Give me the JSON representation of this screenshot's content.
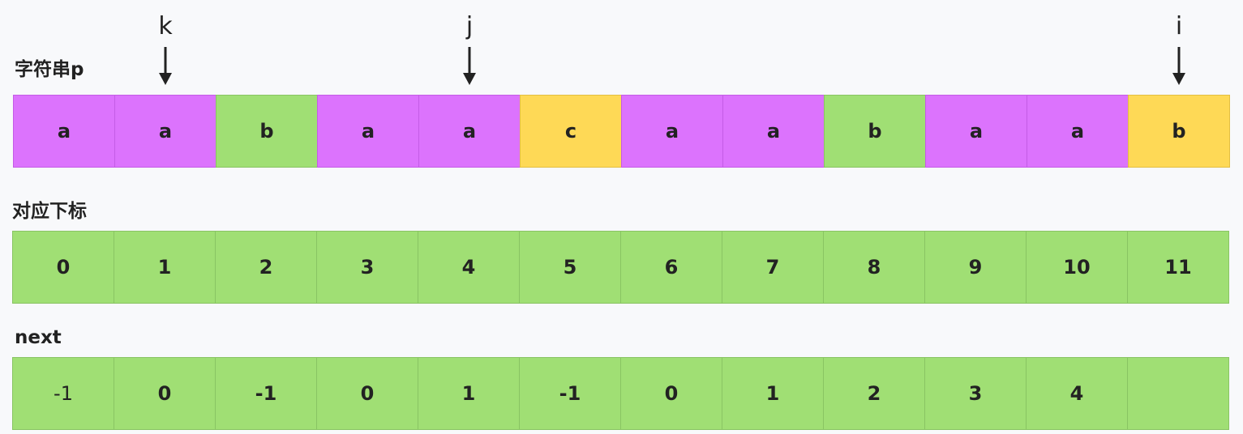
{
  "labels": {
    "string_row": "字符串p",
    "index_row": "对应下标",
    "next_row": "next"
  },
  "pointers": [
    {
      "letter": "k",
      "index": 1
    },
    {
      "letter": "j",
      "index": 4
    },
    {
      "letter": "i",
      "index": 11
    }
  ],
  "string_cells": [
    {
      "text": "a",
      "color": "purple"
    },
    {
      "text": "a",
      "color": "purple"
    },
    {
      "text": "b",
      "color": "green"
    },
    {
      "text": "a",
      "color": "purple"
    },
    {
      "text": "a",
      "color": "purple"
    },
    {
      "text": "c",
      "color": "yellow"
    },
    {
      "text": "a",
      "color": "purple"
    },
    {
      "text": "a",
      "color": "purple"
    },
    {
      "text": "b",
      "color": "green"
    },
    {
      "text": "a",
      "color": "purple"
    },
    {
      "text": "a",
      "color": "purple"
    },
    {
      "text": "b",
      "color": "yellow"
    }
  ],
  "index_cells": [
    "0",
    "1",
    "2",
    "3",
    "4",
    "5",
    "6",
    "7",
    "8",
    "9",
    "10",
    "11"
  ],
  "next_cells": [
    "-1",
    "0",
    "-1",
    "0",
    "1",
    "-1",
    "0",
    "1",
    "2",
    "3",
    "4",
    ""
  ],
  "colors": {
    "purple": "#dc73fd",
    "green": "#a0df74",
    "yellow": "#fed956"
  }
}
